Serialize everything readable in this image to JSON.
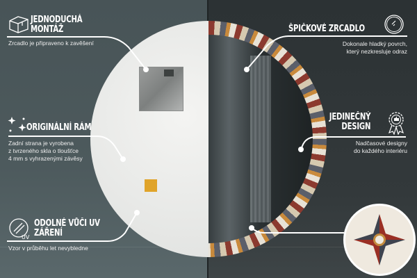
{
  "features": [
    {
      "title_lines": [
        "JEDNODUCHÁ",
        "MONTÁŽ"
      ],
      "desc_lines": [
        "Zrcadlo je připraveno k zavěšení"
      ],
      "icon": "box-icon"
    },
    {
      "title_lines": [
        "ORIGINÁLNÍ RÁM"
      ],
      "desc_lines": [
        "Zadní strana je vyrobena",
        "z tvrzeného skla o tloušťce",
        "4 mm s vyhrazenými závěsy"
      ],
      "icon": "sparkles-icon"
    },
    {
      "title_lines": [
        "ODOLNÉ VŮČI UV",
        "ZÁŘENÍ"
      ],
      "desc_lines": [
        "Vzor v průběhu let nevybledne"
      ],
      "icon": "uv-icon",
      "icon_label": "UV"
    },
    {
      "title_lines": [
        "ŠPIČKOVÉ ZRCADLO"
      ],
      "desc_lines": [
        "Dokonale hladký povrch,",
        "který nezkresluje odraz"
      ],
      "icon": "mirror-icon"
    },
    {
      "title_lines": [
        "JEDINEČNÝ",
        "DESIGN"
      ],
      "desc_lines": [
        "Nadčasové designy",
        "do každého interiéru"
      ],
      "icon": "award-badge-icon"
    }
  ],
  "colors": {
    "left_wall": "#4d5a5d",
    "right_wall": "#2f3537",
    "accent_pad": "#e0a42a",
    "pattern_red": "#8c3a2f"
  }
}
